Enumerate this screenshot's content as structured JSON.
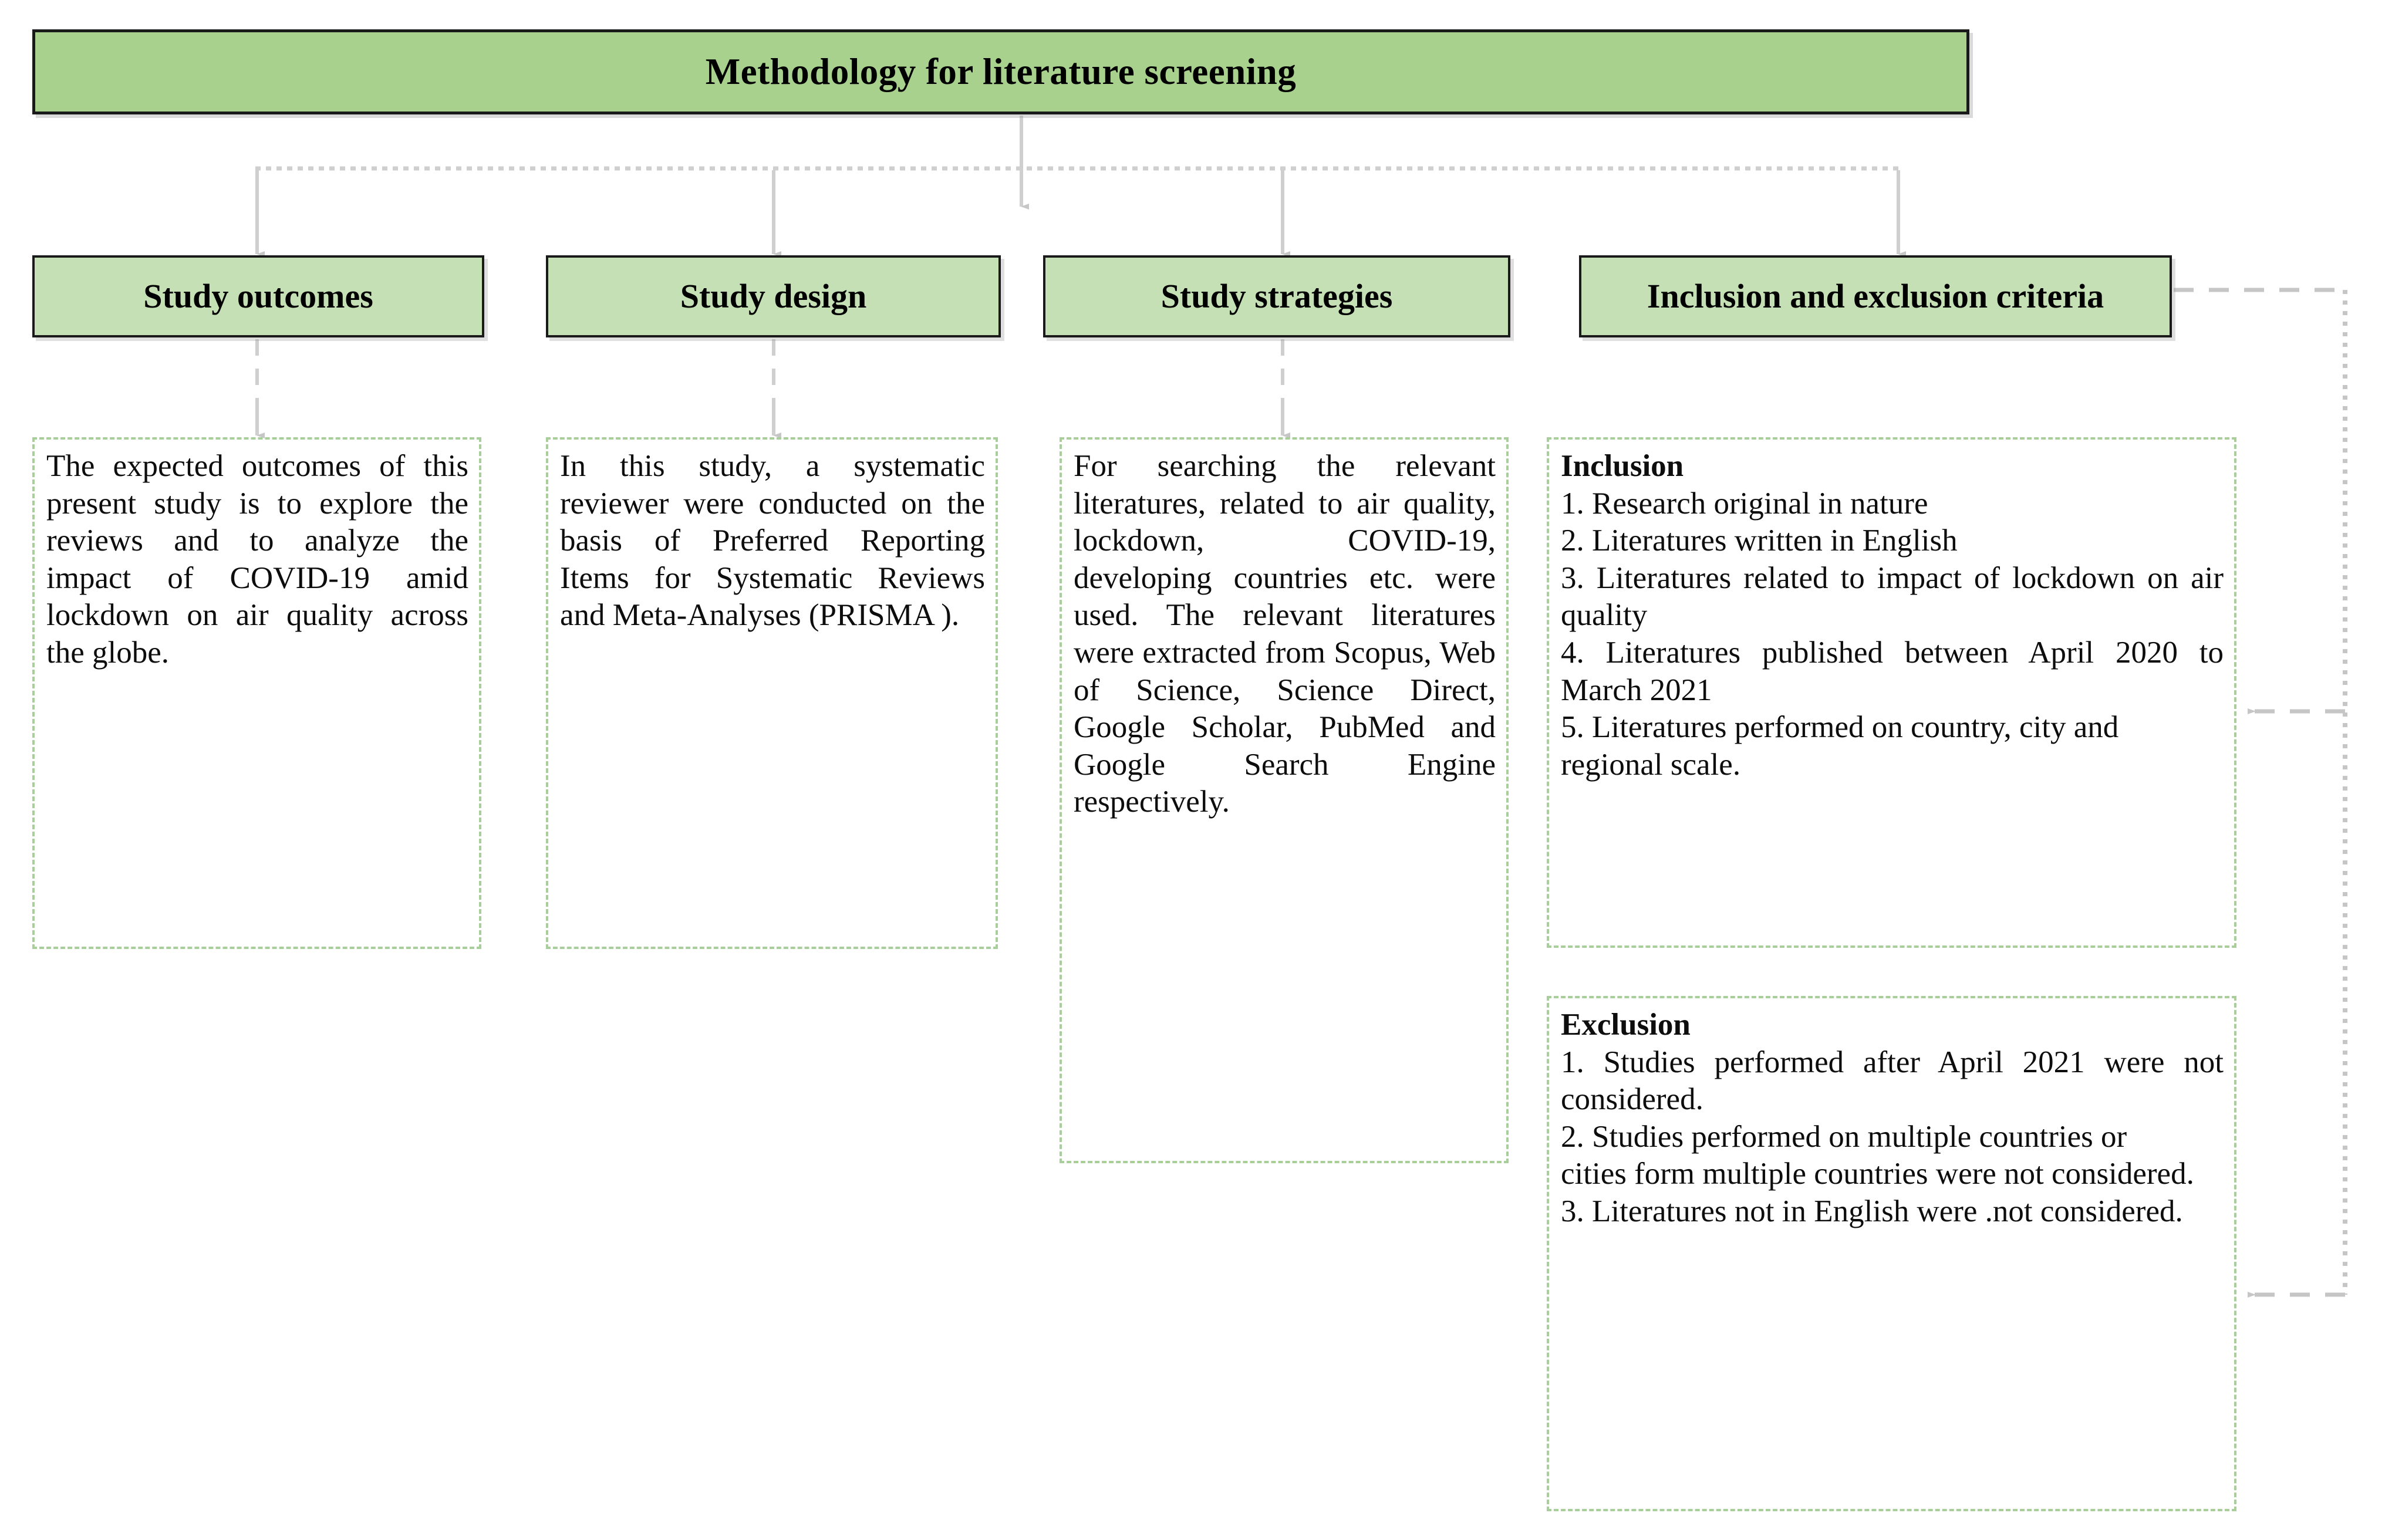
{
  "header": {
    "title": "Methodology for literature screening",
    "fill": "#a9d18e",
    "border": "#1a1a1a"
  },
  "theme": {
    "category_fill": "#c5e0b4",
    "panel_dash": "#a8ce9a",
    "connector": "#bfbfbf",
    "text": "#0d0d0d"
  },
  "categories": [
    {
      "label": "Study outcomes"
    },
    {
      "label": "Study design"
    },
    {
      "label": "Study strategies"
    },
    {
      "label": "Inclusion and exclusion criteria"
    }
  ],
  "panels": {
    "study_outcomes": {
      "body": "The expected outcomes of this present study is to explore the reviews and to analyze the impact of COVID-19 amid lockdown on air quality across the globe."
    },
    "study_design": {
      "body": "In this study, a systematic reviewer were conducted on the basis of Preferred Reporting Items for Systematic Reviews and Meta-Analyses (PRISMA )."
    },
    "study_strategies": {
      "body": "For searching the relevant literatures, related to air quality, lockdown, COVID-19, developing countries etc. were used. The relevant literatures were extracted from Scopus, Web of Science, Science Direct, Google Scholar, PubMed and Google Search Engine respectively."
    },
    "inclusion": {
      "heading": "Inclusion",
      "items": [
        "1. Research original in nature",
        "2. Literatures written in English",
        "3. Literatures related to impact of lockdown on air quality",
        "4. Literatures   published between April 2020 to March 2021",
        "5. Literatures performed on country, city and regional scale."
      ]
    },
    "exclusion": {
      "heading": "Exclusion",
      "items": [
        "1. Studies performed after April 2021 were not considered.",
        "2. Studies performed on multiple countries or",
        "cities form multiple countries were not considered.",
        "3. Literatures not in English were .not considered."
      ]
    }
  },
  "connectors": {
    "trunk_label": "header-to-categories",
    "feedback_label": "criteria-to-inclusion-exclusion"
  }
}
